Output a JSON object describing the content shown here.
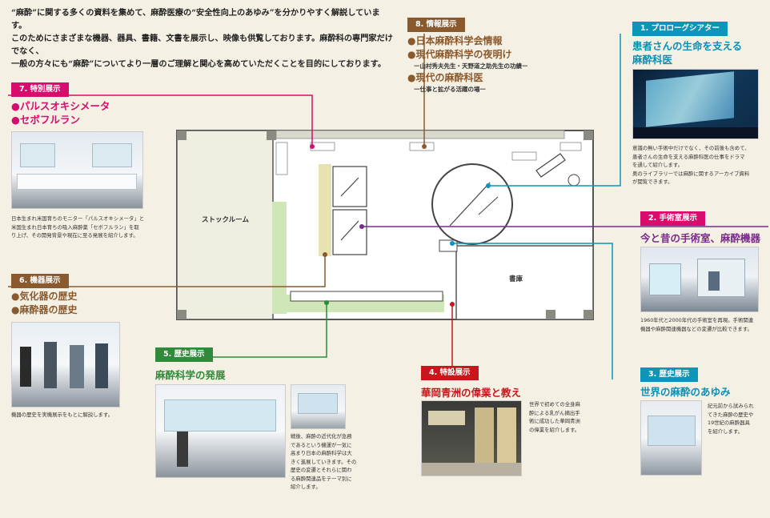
{
  "intro": [
    "“麻酔”に関する多くの資料を集めて、麻酔医療の“安全性向上のあゆみ”を分かりやすく解説しています。",
    "このためにさまざまな機器、器具、書籍、文書を展示し、映像も供覧しております。麻酔科の専門家だけでなく、",
    "一般の方々にも“麻酔”についてより一層のご理解と関心を高めていただくことを目的にしております。"
  ],
  "colors": {
    "teal": "#0d95b8",
    "magenta": "#d80c6c",
    "brown": "#8a5a2e",
    "green": "#2f8a3a",
    "red": "#c9161d",
    "purple": "#7a2a8a"
  },
  "floor": {
    "stock": "ストックルーム",
    "library": "書庫"
  },
  "s1": {
    "badge": "1. プロローグシアター",
    "title": [
      "患者さんの生命を支える",
      "麻酔科医"
    ],
    "caption": [
      "意識の無い手術中だけでなく、その前後も含めて、",
      "患者さんの生命を支える麻酔科医の仕事をドラマ",
      "を通して紹介します。",
      "奥のライブラリーでは麻酔に関するアーカイブ資料",
      "が閲覧できます。"
    ]
  },
  "s2": {
    "badge": "2. 手術室展示",
    "title": "今と昔の手術室、麻酔機器",
    "caption": [
      "1960年代と2000年代の手術室を再現。手術関連",
      "機器や麻酔関連機器などの変遷が比較できます。"
    ]
  },
  "s3": {
    "badge": "3. 歴史展示",
    "title": "世界の麻酔のあゆみ",
    "caption": [
      "紀元前から試みられ",
      "てきた麻酔の歴史や",
      "19世紀の麻酔器具",
      "を紹介します。"
    ]
  },
  "s4": {
    "badge": "4. 特設展示",
    "title": "華岡青洲の偉業と教え",
    "caption": [
      "世界で初めての全身麻",
      "酔による乳がん摘出手",
      "術に成功した華岡青洲",
      "の偉業を紹介します。"
    ]
  },
  "s5": {
    "badge": "5. 歴史展示",
    "title": "麻酔科学の発展",
    "caption": [
      "戦後、麻酔の近代化が急務",
      "であるという機運が一気に",
      "高まり日本の麻酔科学は大",
      "きく進展していきます。その",
      "歴史の変遷とそれらに関わ",
      "る麻酔関連品をテーマ別に",
      "紹介します。"
    ]
  },
  "s6": {
    "badge": "6. 機器展示",
    "items": [
      "●気化器の歴史",
      "●麻酔器の歴史"
    ],
    "caption": "機器の歴史を実機展示をもとに解説します。"
  },
  "s7": {
    "badge": "7. 特別展示",
    "items": [
      "●パルスオキシメータ",
      "●セボフルラン"
    ],
    "caption": [
      "日本生まれ米国育ちのモニター「パルスオキシメータ」と",
      "米国生まれ日本育ちの吸入麻酔薬「セボフルラン」を取",
      "り上げ、その開発背景や現在に至る発展を紹介します。"
    ]
  },
  "s8": {
    "badge": "8. 情報展示",
    "item1": "●日本麻酔科学会情報",
    "item2": "●現代麻酔科学の夜明け",
    "sub2": "ー山村秀夫先生・天野道之助先生の功績ー",
    "item3": "●現代の麻酔科医",
    "sub3": "ー仕事と拡がる活躍の場ー"
  }
}
